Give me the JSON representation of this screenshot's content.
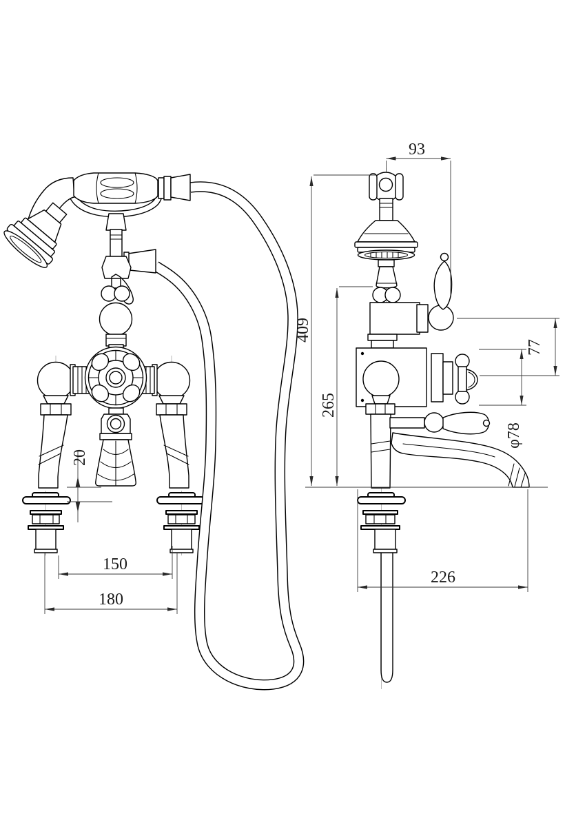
{
  "drawing": {
    "type": "technical-dimension-drawing",
    "subject": "bath shower mixer - front and side elevations",
    "background": "#ffffff",
    "line_color": "#000000",
    "dim_line_color": "#3a3a3a",
    "text_color": "#1b1b1b",
    "units": "mm",
    "views": {
      "front": {
        "dims": {
          "spout_clearance": "20",
          "upper_union_centres": "150",
          "tail_centres": "180"
        }
      },
      "side": {
        "dims": {
          "hook_offset": "93",
          "overall_height": "409",
          "body_height": "265",
          "valve_block_height": "77",
          "handwheel_diameter": "φ78",
          "projection": "226"
        }
      }
    }
  }
}
